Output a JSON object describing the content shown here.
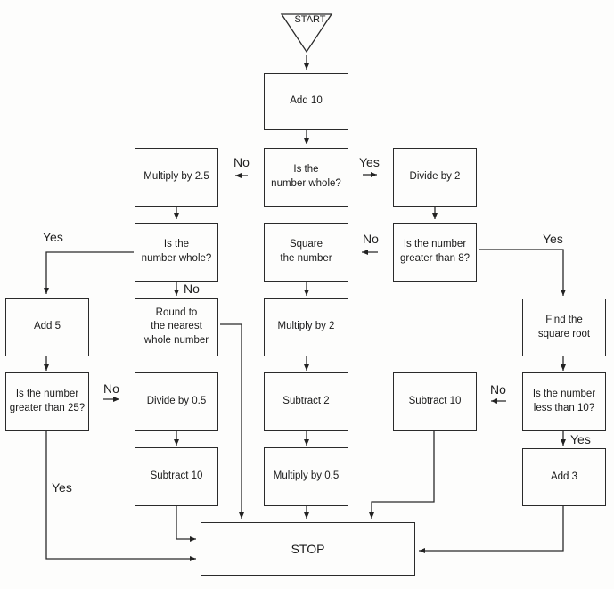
{
  "diagram": {
    "start_label": "START",
    "stop_label": "STOP",
    "nodes": {
      "add10": "Add 10",
      "whole1": "Is the\nnumber whole?",
      "mult25": "Multiply by 2.5",
      "div2": "Divide by 2",
      "whole2": "Is the\nnumber whole?",
      "square": "Square\nthe number",
      "gt8": "Is the number\ngreater than 8?",
      "add5": "Add 5",
      "round": "Round to\nthe nearest\nwhole number",
      "mult2": "Multiply by 2",
      "sqrt": "Find the\nsquare root",
      "gt25": "Is the number\ngreater than 25?",
      "div05": "Divide by 0.5",
      "sub2": "Subtract 2",
      "sub10b": "Subtract 10",
      "lt10": "Is the number\nless than 10?",
      "sub10a": "Subtract 10",
      "mult05": "Multiply by 0.5",
      "add3": "Add 3"
    },
    "edge_labels": {
      "whole1_no": "No",
      "whole1_yes": "Yes",
      "whole2_yes": "Yes",
      "whole2_no": "No",
      "gt8_no": "No",
      "gt8_yes": "Yes",
      "gt25_no": "No",
      "gt25_yes": "Yes",
      "lt10_no": "No",
      "lt10_yes": "Yes"
    }
  }
}
